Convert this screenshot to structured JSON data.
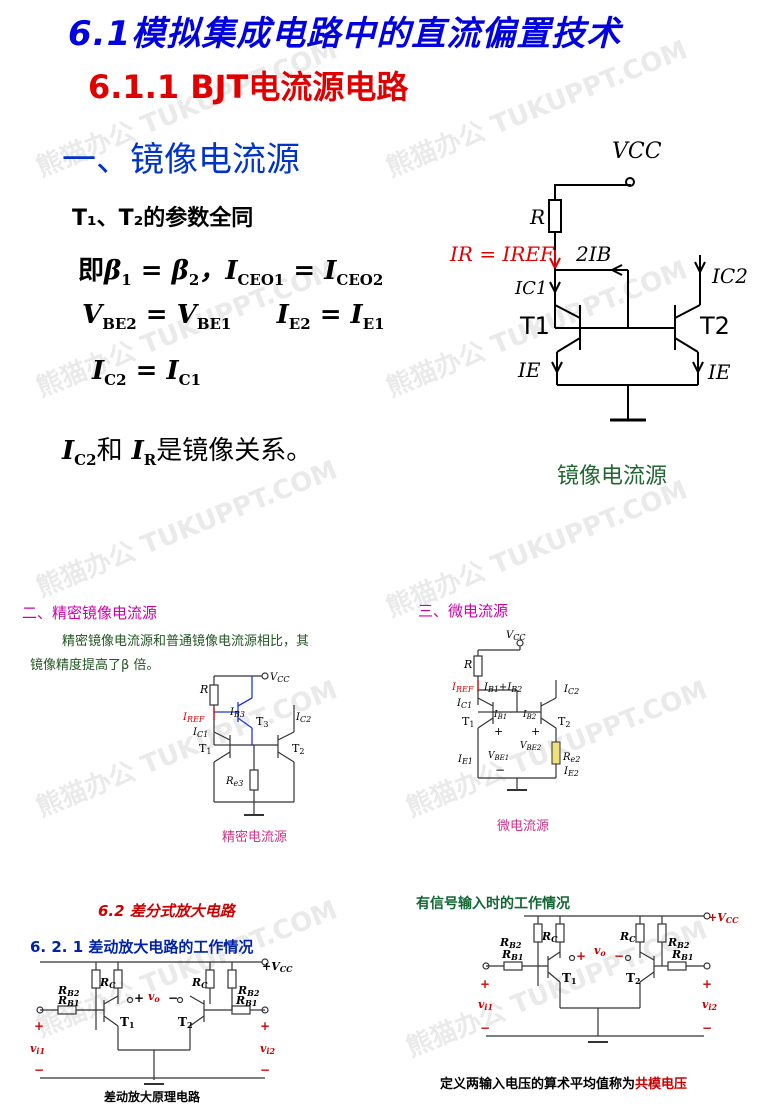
{
  "slide1": {
    "title_main": "6.1模拟集成电路中的直流偏置技术",
    "title_sub": "6.1.1 BJT电流源电路",
    "heading": "一、镜像电流源",
    "params_line": "T₁、T₂的参数全同",
    "eq1_prefix": "即",
    "relation_text_and": "和",
    "relation_text_tail": "是镜像关系。",
    "figure_caption": "镜像电流源",
    "circuit_labels": {
      "vcc": "VCC",
      "r": "R",
      "ir_iref": "IR = IREF",
      "two_ib": "2IB",
      "ic1": "IC1",
      "ic2": "IC2",
      "t1": "T1",
      "t2": "T2",
      "ie_left": "IE",
      "ie_right": "IE"
    }
  },
  "slide2": {
    "heading": "二、精密镜像电流源",
    "desc_line1": "精密镜像电流源和普通镜像电流源相比，其",
    "desc_line2": "镜像精度提高了β 倍。",
    "caption": "精密电流源"
  },
  "slide3": {
    "heading": "三、微电流源",
    "caption": "微电流源"
  },
  "slide4": {
    "heading": "6.2  差分式放大电路",
    "subheading": "6. 2. 1  差动放大电路的工作情况",
    "caption": "差动放大原理电路"
  },
  "slide5": {
    "heading": "有信号输入时的工作情况",
    "footer_prefix": "定义两输入电压的算术平均值称为",
    "footer_highlight": "共模电压"
  },
  "watermark": "熊猫办公 TUKUPPT.COM",
  "colors": {
    "title_blue": "#0000e0",
    "title_red": "#e00000",
    "heading_blue": "#0033cc",
    "caption_green": "#226633",
    "pink": "#cc00aa",
    "current_red": "#e00000"
  }
}
